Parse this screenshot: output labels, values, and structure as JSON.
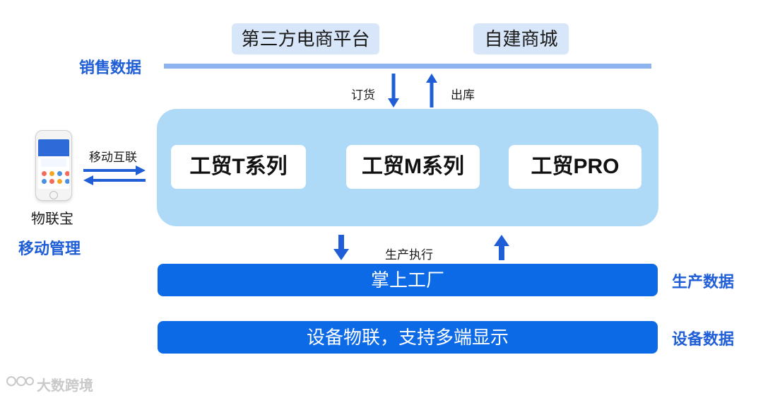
{
  "platforms": {
    "third_party": "第三方电商平台",
    "self_built": "自建商城"
  },
  "labels": {
    "sales_data": "销售数据",
    "production_data": "生产数据",
    "device_data": "设备数据",
    "mobile_management": "移动管理"
  },
  "arrows": {
    "order": "订货",
    "outbound": "出库",
    "mobile_link": "移动互联",
    "production_exec": "生产执行"
  },
  "systems": {
    "t_series": "工贸T系列",
    "m_series": "工贸M系列",
    "pro": "工贸PRO"
  },
  "bars": {
    "factory": "掌上工厂",
    "iot": "设备物联，支持多端显示"
  },
  "device": {
    "name": "物联宝"
  },
  "watermark": "大数跨境",
  "colors": {
    "accent_blue": "#1f5ed6",
    "bar_blue": "#0c6ae6",
    "panel_blue": "#aedaf7",
    "tag_bg": "#d7e6f8",
    "sales_line": "#8db4ee"
  }
}
